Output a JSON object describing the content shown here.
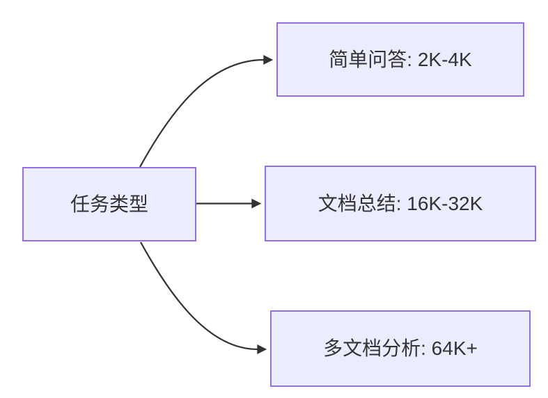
{
  "diagram": {
    "type": "flowchart-left-to-right",
    "root": {
      "label": "任务类型"
    },
    "branches": [
      {
        "label": "简单问答: 2K-4K"
      },
      {
        "label": "文档总结: 16K-32K"
      },
      {
        "label": "多文档分析: 64K+"
      }
    ]
  },
  "colors": {
    "node_fill": "#ECECFF",
    "node_border": "#9370DB",
    "edge": "#333333",
    "text": "#333333",
    "background": "#FFFFFF"
  }
}
